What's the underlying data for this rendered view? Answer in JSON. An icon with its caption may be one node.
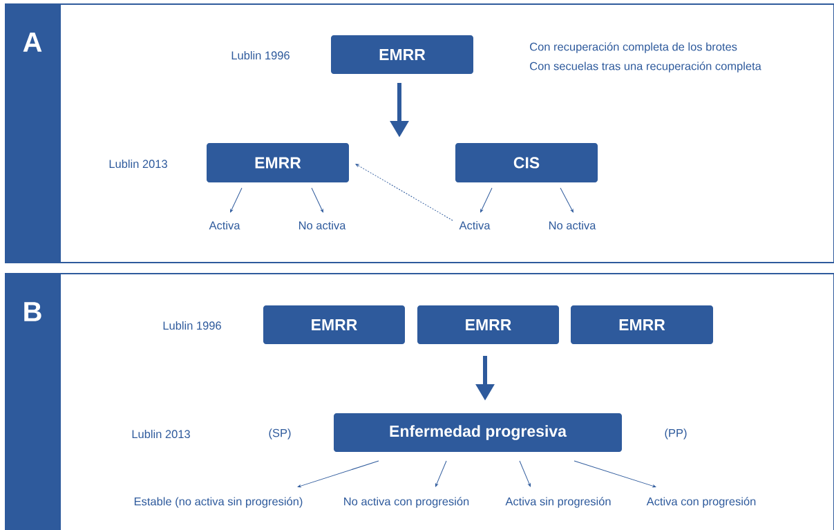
{
  "diagram": {
    "nodes": [
      {
        "text": [
          "A"
        ]
      },
      {
        "text": [
          "EMRR"
        ],
        "in": 0
      },
      {
        "text": [
          "EMRR"
        ],
        "in": 0
      },
      {
        "text": [
          "CIS"
        ],
        "in": 0
      },
      {
        "text": [
          "Activa"
        ],
        "in": 0
      },
      {
        "text": [
          "No activa"
        ],
        "in": 0
      },
      {
        "text": [
          "Activa"
        ],
        "in": 0
      },
      {
        "text": [
          "No activa"
        ],
        "in": 0
      },
      {
        "text": [
          "B"
        ]
      },
      {
        "text": [
          "EMRR"
        ],
        "in": 8
      },
      {
        "text": [
          "EMRR"
        ],
        "in": 8
      },
      {
        "text": [
          "EMRR"
        ],
        "in": 8
      },
      {
        "text": [
          "Enfermedad progresiva"
        ],
        "in": 8
      },
      {
        "text": [
          "Estable (no activa sin progresión)"
        ],
        "in": 8
      },
      {
        "text": [
          "No activa con progresión"
        ],
        "in": 8
      },
      {
        "text": [
          "Activa sin progresión"
        ],
        "in": 8
      },
      {
        "text": [
          "Activa con progresión"
        ],
        "in": 8
      }
    ],
    "edges": [
      {
        "from": 1,
        "to": null,
        "arrow": "to",
        "style": "thick"
      },
      {
        "from": 2,
        "to": 4,
        "arrow": "to"
      },
      {
        "from": 2,
        "to": 5,
        "arrow": "to"
      },
      {
        "from": 3,
        "to": 6,
        "arrow": "to"
      },
      {
        "from": 3,
        "to": 7,
        "arrow": "to"
      },
      {
        "from": 6,
        "to": 2,
        "arrow": "to",
        "style": "dashed"
      },
      {
        "from": 10,
        "to": 12,
        "arrow": "to",
        "style": "thick"
      },
      {
        "from": 12,
        "to": 13,
        "arrow": "to"
      },
      {
        "from": 12,
        "to": 14,
        "arrow": "to"
      },
      {
        "from": 12,
        "to": 15,
        "arrow": "to"
      },
      {
        "from": 12,
        "to": 16,
        "arrow": "to"
      }
    ],
    "labels": [
      "Lublin 1996",
      "Con recuperación completa de los brotes",
      "Con secuelas tras una recuperación completa",
      "Lublin 2013",
      "Lublin 1996",
      "Lublin 2013",
      "(SP)",
      "(PP)"
    ]
  }
}
